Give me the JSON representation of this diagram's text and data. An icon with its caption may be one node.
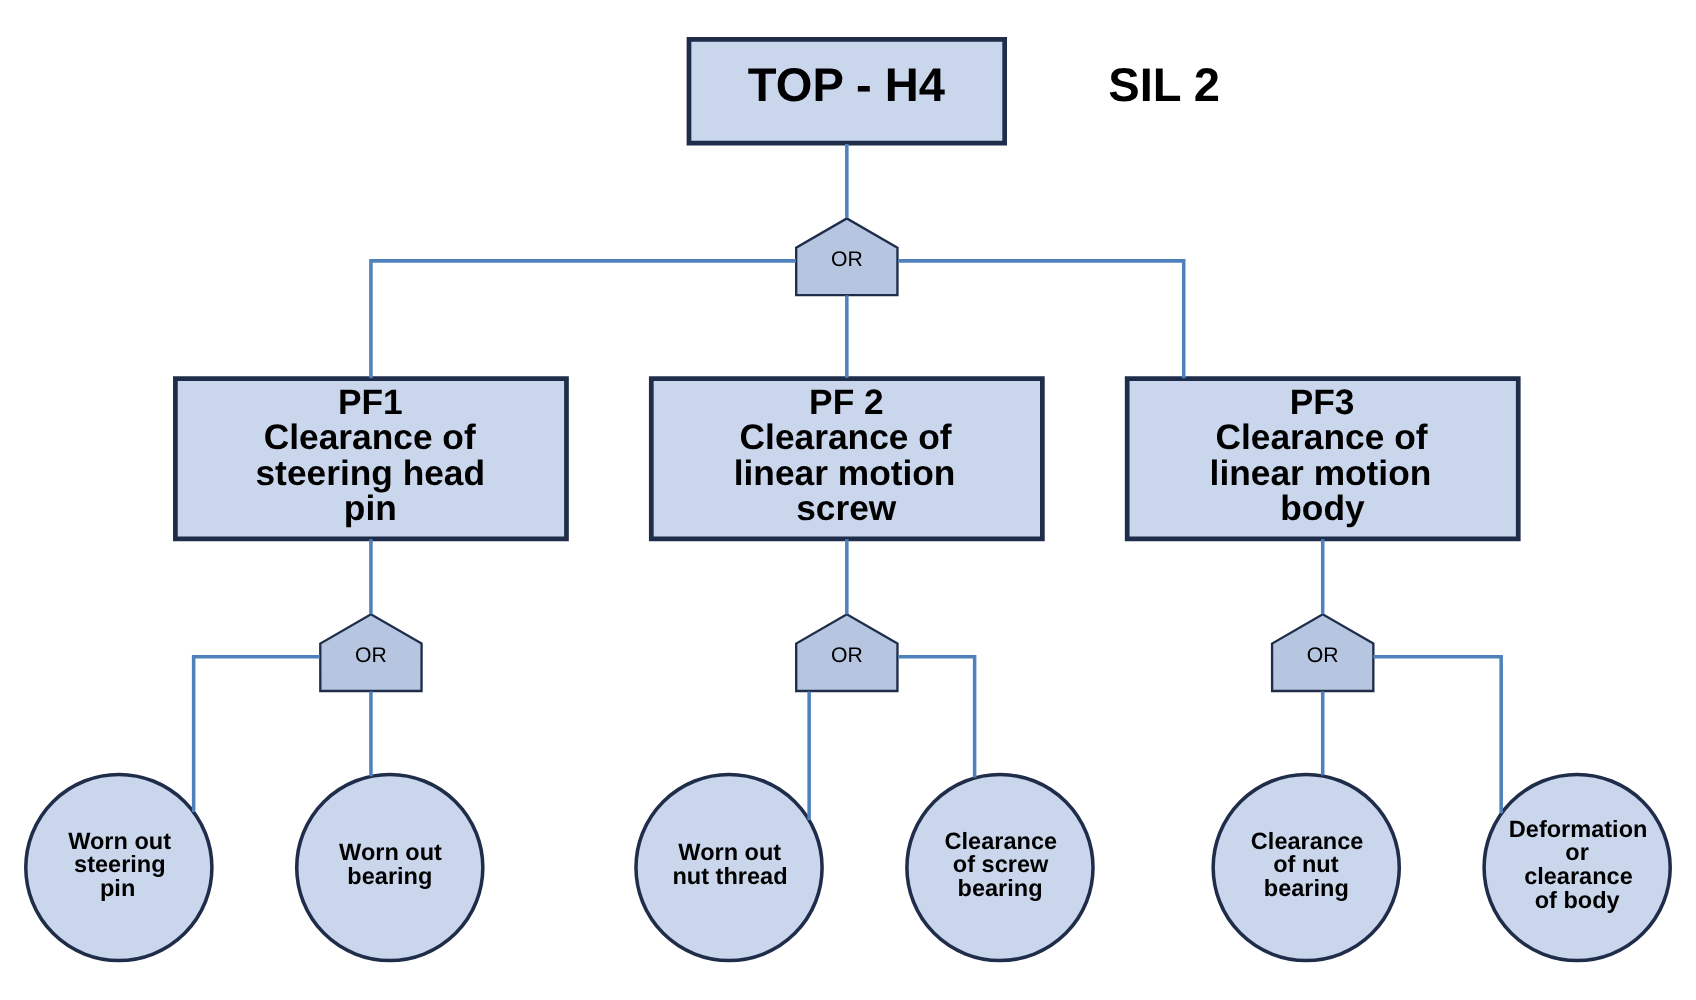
{
  "diagram": {
    "nodes": [
      {
        "text": [
          "TOP - H4"
        ],
        "beside": [
          "SIL 2"
        ]
      },
      {
        "text": [
          "OR"
        ]
      },
      {
        "text": [
          "PF1",
          "Clearance of steering head pin"
        ]
      },
      {
        "text": [
          "PF 2",
          "Clearance of linear motion screw"
        ]
      },
      {
        "text": [
          "PF3",
          "Clearance of linear motion body"
        ]
      },
      {
        "text": [
          "OR"
        ]
      },
      {
        "text": [
          "OR"
        ]
      },
      {
        "text": [
          "OR"
        ]
      },
      {
        "text": [
          "Worn out steering pin"
        ]
      },
      {
        "text": [
          "Worn out bearing"
        ]
      },
      {
        "text": [
          "Worn out nut thread"
        ]
      },
      {
        "text": [
          "Clearance of screw bearing"
        ]
      },
      {
        "text": [
          "Clearance of nut bearing"
        ]
      },
      {
        "text": [
          "Deformation or clearance of body"
        ]
      }
    ],
    "edges": [
      {
        "from": 0,
        "to": 1,
        "arrow": "none"
      },
      {
        "from": 1,
        "to": 2,
        "arrow": "none"
      },
      {
        "from": 1,
        "to": 3,
        "arrow": "none"
      },
      {
        "from": 1,
        "to": 4,
        "arrow": "none"
      },
      {
        "from": 2,
        "to": 5,
        "arrow": "none"
      },
      {
        "from": 3,
        "to": 6,
        "arrow": "none"
      },
      {
        "from": 4,
        "to": 7,
        "arrow": "none"
      },
      {
        "from": 5,
        "to": 8,
        "arrow": "none"
      },
      {
        "from": 5,
        "to": 9,
        "arrow": "none"
      },
      {
        "from": 6,
        "to": 10,
        "arrow": "none"
      },
      {
        "from": 6,
        "to": 11,
        "arrow": "none"
      },
      {
        "from": 7,
        "to": 12,
        "arrow": "none"
      },
      {
        "from": 7,
        "to": 13,
        "arrow": "none"
      }
    ]
  }
}
